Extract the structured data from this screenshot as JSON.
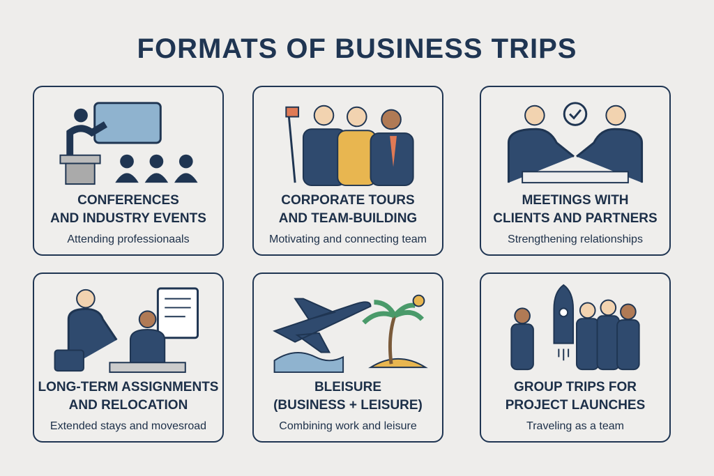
{
  "title": "FORMATS OF BUSINESS TRIPS",
  "cards": [
    {
      "title1": "CONFERENCES",
      "title2": "AND INDUSTRY EVENTS",
      "desc": "Attending professionaals"
    },
    {
      "title1": "CORPORATE TOURS",
      "title2": "AND TEAM-BUILDING",
      "desc": "Motivating and connecting team"
    },
    {
      "title1": "MEETINGS WITH",
      "title2": "CLIENTS AND PARTNERS",
      "desc": "Strengthening relationships"
    },
    {
      "title1": "LONG-TERM ASSIGNMENTS",
      "title2": "AND RELOCATION",
      "desc": "Extended stays and movesroad"
    },
    {
      "title1": "BLEISURE",
      "title2": "(BUSINESS + LEISURE)",
      "desc": "Combining work and leisure"
    },
    {
      "title1": "GROUP TRIPS FOR",
      "title2": "PROJECT LAUNCHES",
      "desc": "Traveling as a team"
    }
  ],
  "colors": {
    "navy": "#1f3552",
    "accent_blue": "#8fb3cf",
    "yellow": "#e8b650",
    "orange": "#e07a55"
  }
}
